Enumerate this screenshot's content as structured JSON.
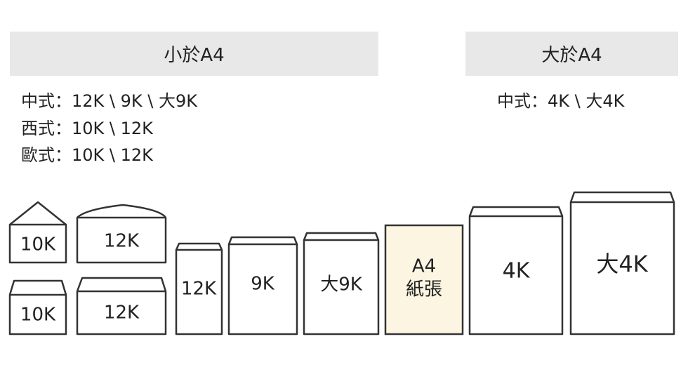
{
  "headers": {
    "smaller": "小於A4",
    "larger": "大於A4"
  },
  "smaller_list": [
    "中式：12K \\ 9K \\ 大9K",
    "西式：10K \\ 12K",
    "歐式：10K \\ 12K"
  ],
  "larger_list": [
    "中式：4K \\  大4K"
  ],
  "envelopes": {
    "e10k_top": "10K",
    "e12k_top": "12K",
    "e10k_bottom": "10K",
    "e12k_bottom": "12K",
    "e12k_tall": "12K",
    "e9k": "9K",
    "e_big9k": "大9K",
    "a4_line1": "A4",
    "a4_line2": "紙張",
    "e4k": "4K",
    "e_big4k": "大4K"
  },
  "colors": {
    "header_bg": "#e8e8e8",
    "a4_fill": "#fbf5e1",
    "stroke": "#333333"
  }
}
